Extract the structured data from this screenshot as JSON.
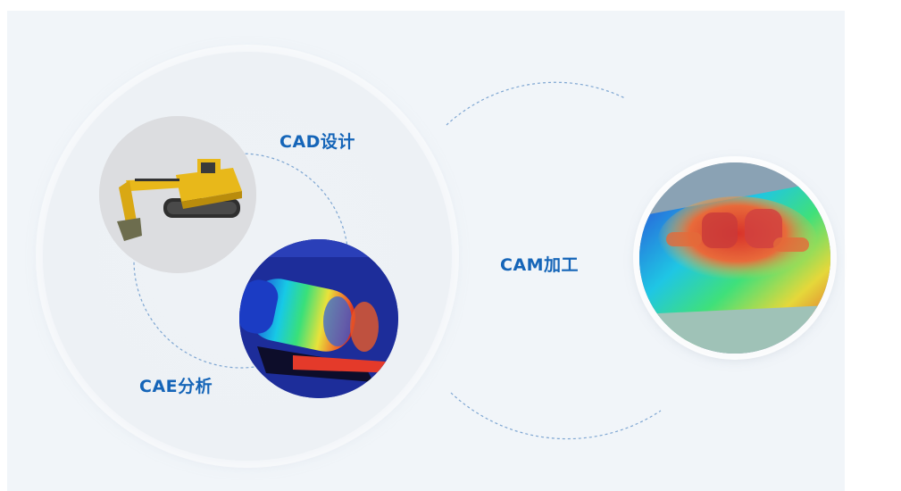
{
  "labels": {
    "cad": "CAD设计",
    "cae": "CAE分析",
    "cam": "CAM加工"
  },
  "images": {
    "cad": "excavator-cad-model",
    "cae": "cae-simulation-heatmap",
    "cam": "cam-machining-mold-heatmap"
  },
  "colors": {
    "accent": "#1565b8",
    "panel_bg": "#f1f5f9",
    "dashed_ring": "#7ea6d2"
  }
}
